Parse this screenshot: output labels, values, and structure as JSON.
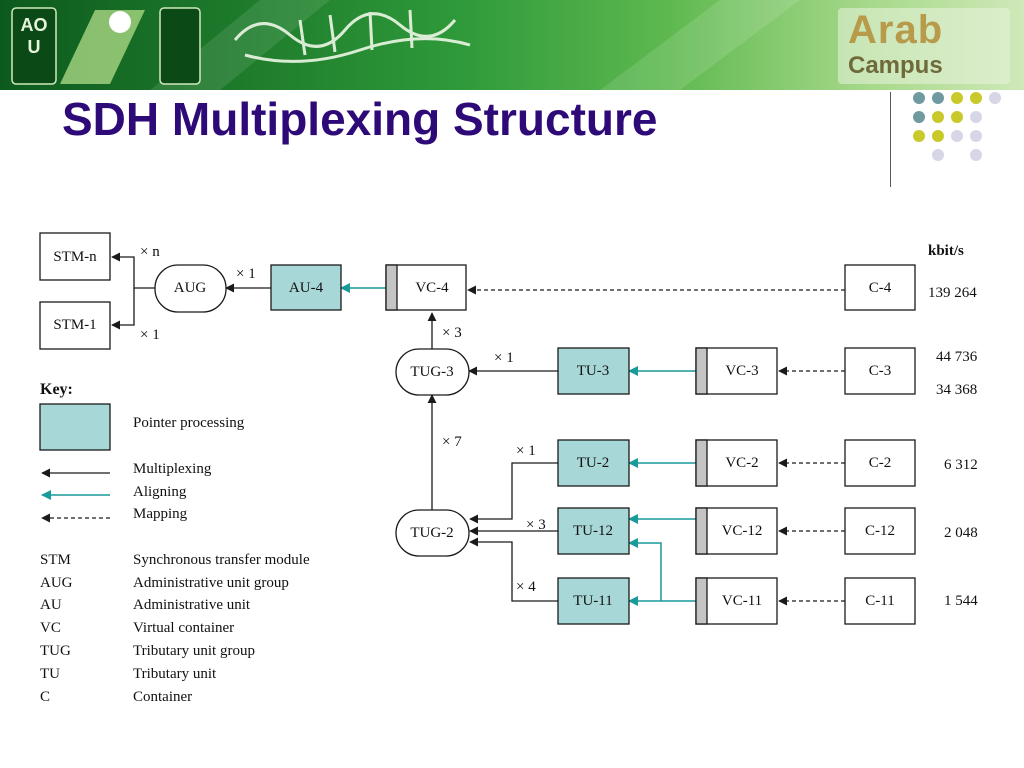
{
  "header": {
    "logo_left_text": "AOU",
    "logo_right_text": "Arab",
    "logo_right_sub": "Campus",
    "colors": {
      "banner_dark": "#0d5a1e",
      "banner_light": "#cfe9b8",
      "title": "#2e0a78"
    }
  },
  "slide": {
    "title": "SDH Multiplexing Structure"
  },
  "diagram": {
    "nodes": {
      "stm_n": "STM-n",
      "stm_1": "STM-1",
      "aug": "AUG",
      "au4": "AU-4",
      "vc4": "VC-4",
      "c4": "C-4",
      "tug3": "TUG-3",
      "tu3": "TU-3",
      "vc3": "VC-3",
      "c3": "C-3",
      "tug2": "TUG-2",
      "tu2": "TU-2",
      "vc2": "VC-2",
      "c2": "C-2",
      "tu12": "TU-12",
      "vc12": "VC-12",
      "c12": "C-12",
      "tu11": "TU-11",
      "vc11": "VC-11",
      "c11": "C-11"
    },
    "multipliers": {
      "stm_n": "× n",
      "stm_1": "× 1",
      "aug_au4": "× 1",
      "tug3_vc4": "× 3",
      "tu3_tug3": "× 1",
      "tug2_tug3": "× 7",
      "tu2_tug2": "× 1",
      "tu12_tug2": "× 3",
      "tu11_tug2": "× 4"
    },
    "rates": {
      "unit": "kbit/s",
      "c4": "139 264",
      "c3_a": "44 736",
      "c3_b": "34 368",
      "c2": "6 312",
      "c12": "2 048",
      "c11": "1 544"
    },
    "key": {
      "heading": "Key:",
      "pointer": "Pointer processing",
      "multiplexing": "Multiplexing",
      "aligning": "Aligning",
      "mapping": "Mapping",
      "colors": {
        "pointer": "#a7d7d6",
        "aligning": "#1a9a9a"
      }
    },
    "abbreviations": [
      {
        "abbr": "STM",
        "meaning": "Synchronous transfer module"
      },
      {
        "abbr": "AUG",
        "meaning": "Administrative unit group"
      },
      {
        "abbr": "AU",
        "meaning": "Administrative unit"
      },
      {
        "abbr": "VC",
        "meaning": "Virtual container"
      },
      {
        "abbr": "TUG",
        "meaning": "Tributary unit group"
      },
      {
        "abbr": "TU",
        "meaning": "Tributary unit"
      },
      {
        "abbr": "C",
        "meaning": "Container"
      }
    ]
  }
}
